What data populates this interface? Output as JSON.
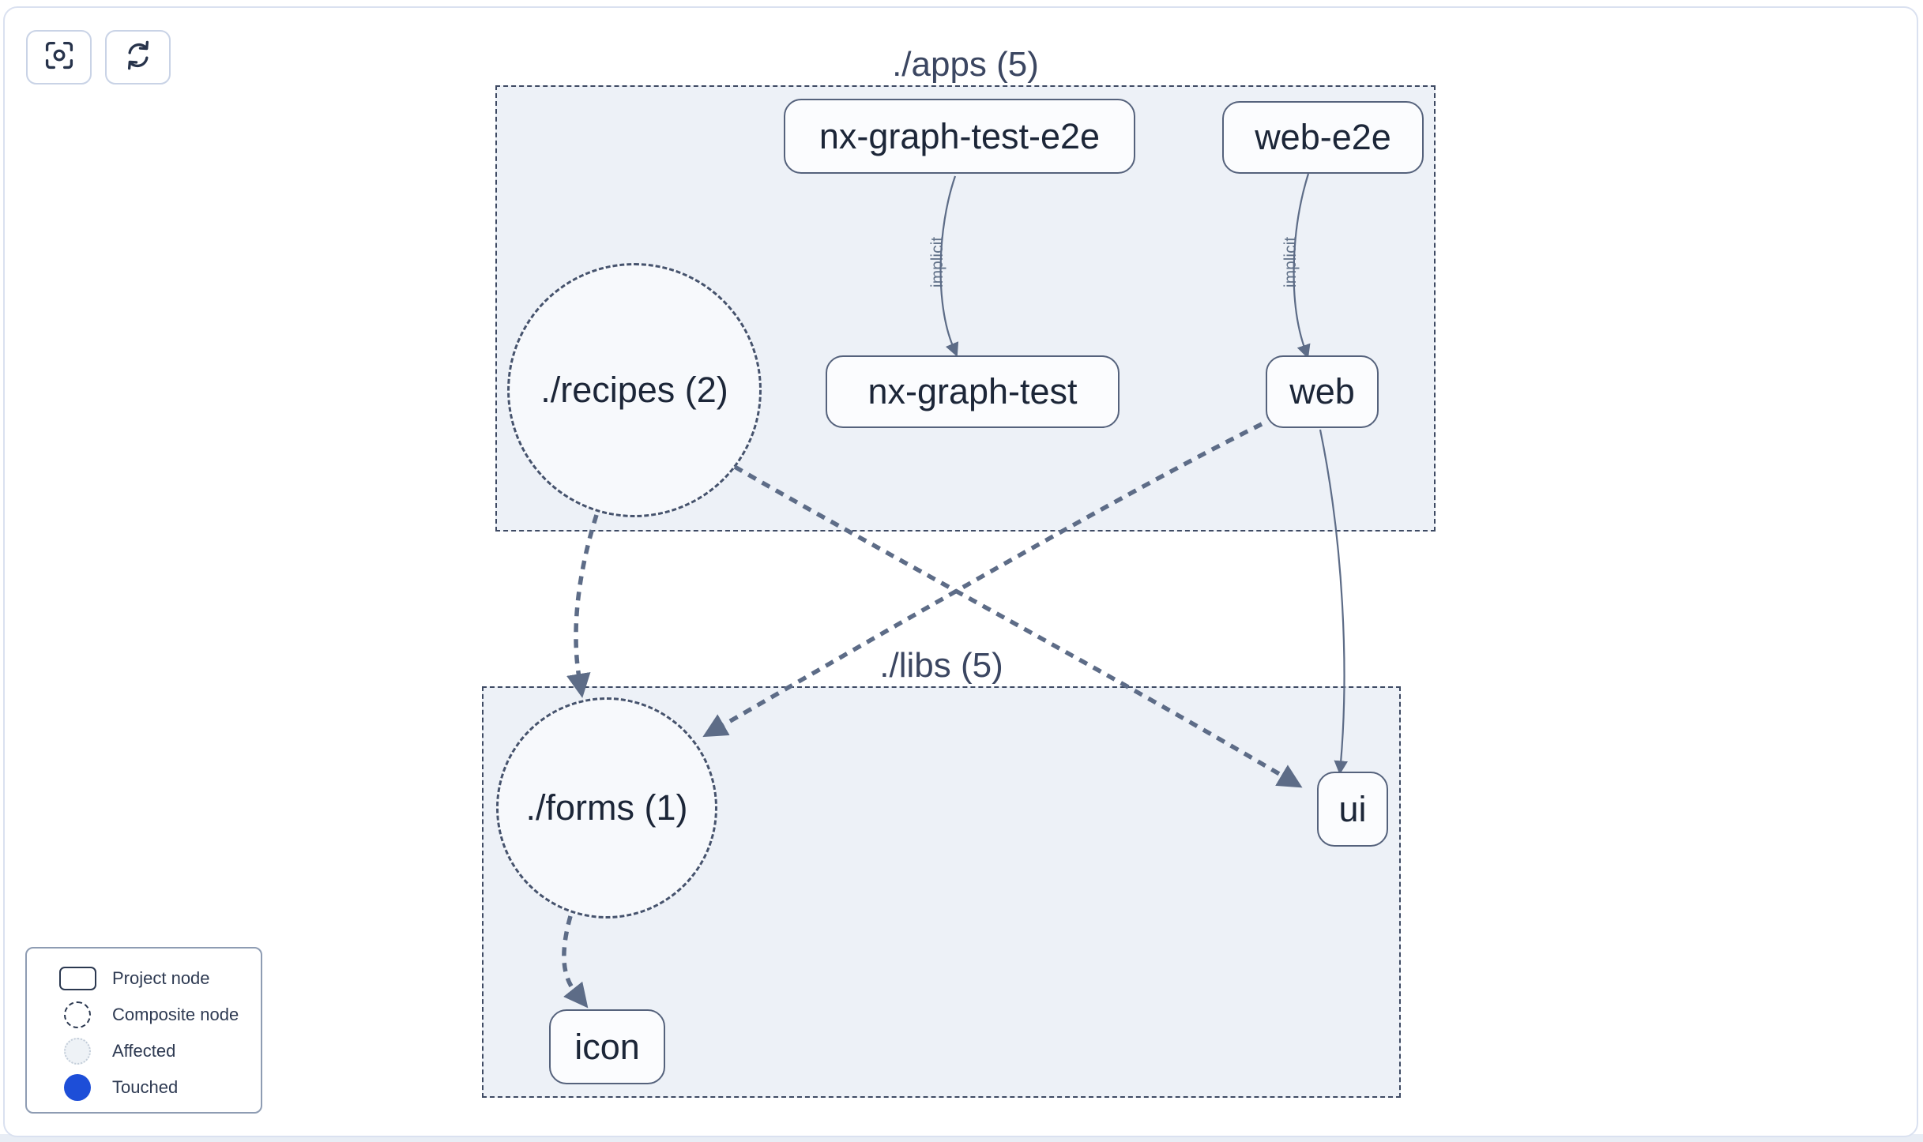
{
  "toolbar": {
    "buttons": [
      {
        "name": "focus",
        "icon": "focus-icon"
      },
      {
        "name": "refresh",
        "icon": "refresh-icon"
      }
    ]
  },
  "groups": [
    {
      "id": "apps",
      "label": "./apps (5)"
    },
    {
      "id": "libs",
      "label": "./libs (5)"
    }
  ],
  "nodes": [
    {
      "label": "nx-graph-test-e2e",
      "kind": "project",
      "group": "apps"
    },
    {
      "label": "web-e2e",
      "kind": "project",
      "group": "apps"
    },
    {
      "label": "./recipes (2)",
      "kind": "composite",
      "group": "apps"
    },
    {
      "label": "nx-graph-test",
      "kind": "project",
      "group": "apps"
    },
    {
      "label": "web",
      "kind": "project",
      "group": "apps"
    },
    {
      "label": "./forms (1)",
      "kind": "composite",
      "group": "libs"
    },
    {
      "label": "ui",
      "kind": "project",
      "group": "libs"
    },
    {
      "label": "icon",
      "kind": "project",
      "group": "libs"
    }
  ],
  "edges": [
    {
      "from": "nx-graph-test-e2e",
      "to": "nx-graph-test",
      "label": "implicit",
      "style": "solid-thin"
    },
    {
      "from": "web-e2e",
      "to": "web",
      "label": "implicit",
      "style": "solid-thin"
    },
    {
      "from": "./recipes (2)",
      "to": "./forms (1)",
      "label": "",
      "style": "dashed-thick"
    },
    {
      "from": "./recipes (2)",
      "to": "ui",
      "label": "",
      "style": "dashed-thick"
    },
    {
      "from": "web",
      "to": "./forms (1)",
      "label": "",
      "style": "dashed-thick"
    },
    {
      "from": "web",
      "to": "ui",
      "label": "",
      "style": "solid-thin"
    },
    {
      "from": "./forms (1)",
      "to": "icon",
      "label": "",
      "style": "dashed-thick"
    }
  ],
  "legend": {
    "items": [
      {
        "swatch": "project-rect",
        "label": "Project node"
      },
      {
        "swatch": "composite-circle",
        "label": "Composite node"
      },
      {
        "swatch": "affected-circle",
        "label": "Affected"
      },
      {
        "swatch": "touched-circle",
        "label": "Touched"
      }
    ]
  },
  "colors": {
    "touched_blue": "#1d4ed8",
    "affected_fill": "#eef2f6",
    "edge": "#5d6c87",
    "group_fill": "#edf1f7",
    "node_border": "#55627c"
  }
}
